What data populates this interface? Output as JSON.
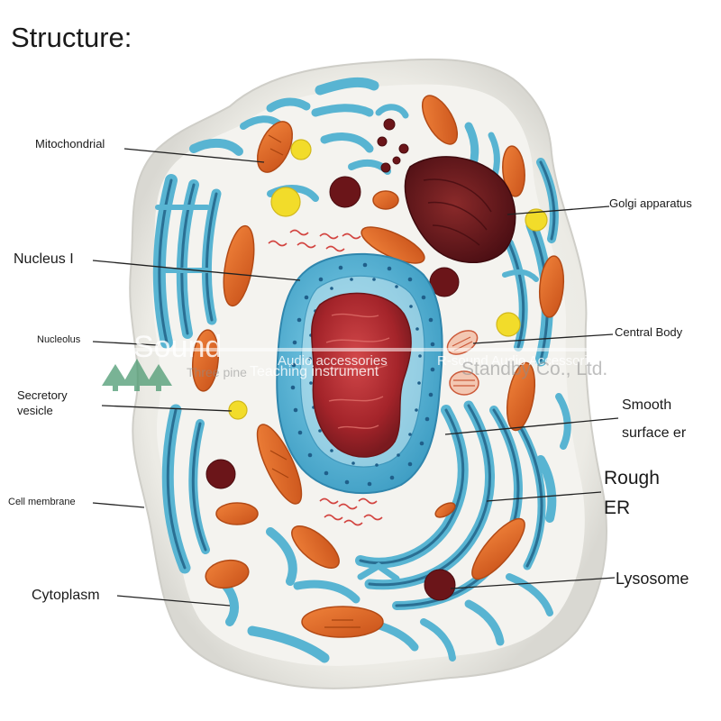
{
  "title": "Structure:",
  "labels": {
    "mitochondrial": "Mitochondrial",
    "golgi": "Golgi apparatus",
    "nucleus": "Nucleus I",
    "nucleolus": "Nucleolus",
    "central_body": "Central Body",
    "secretory_1": "Secretory",
    "secretory_2": "vesicle",
    "smooth_1": "Smooth",
    "smooth_2": "surface er",
    "cell_membrane": "Cell membrane",
    "rough_1": "Rough",
    "rough_2": "ER",
    "cytoplasm": "Cytoplasm",
    "lysosome": "Lysosome"
  },
  "watermark": {
    "brand": "Sound",
    "sub_left": "Three pine",
    "sub_mid": "Teaching instrument",
    "audio": "Audio accessories",
    "company": "R-sound Audio Accessories",
    "standby": "Standby Co., Ltd."
  },
  "colors": {
    "membrane": "#ecebe6",
    "cytoplasm": "#f3f2ee",
    "er_blue": "#58b4d2",
    "er_dark": "#2a6f93",
    "mito_orange": "#e0661f",
    "golgi_dark": "#6b1519",
    "nucleus_blue": "#6cc6e3",
    "nucleolus_red": "#b02a2d",
    "vesicle_yellow": "#f2dc2a",
    "leader": "#222222"
  },
  "icons": [
    "pine-tree-logo-icon"
  ]
}
